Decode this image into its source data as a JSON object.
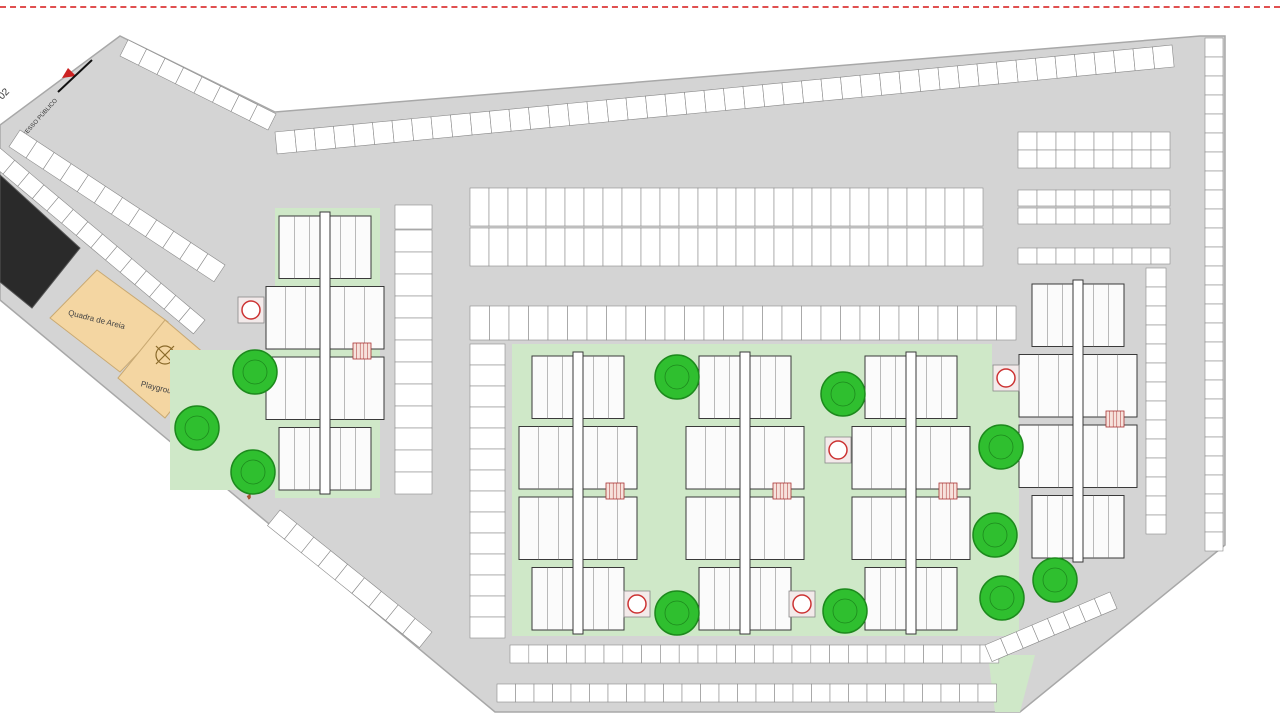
{
  "labels": {
    "street_code": "02",
    "public_access": "ACESSO PÚBLICO",
    "sand_court": "Quadra de Areia",
    "playground": "Playground"
  },
  "colors": {
    "pavement": "#d4d4d4",
    "pavement_edge": "#a8a8a8",
    "parking_fill": "#ffffff",
    "parking_stroke": "#8a8a8a",
    "lawn": "#cfe8c8",
    "building_fill": "#fbfbfb",
    "building_stroke": "#3a3a3a",
    "tree": "#2fbf2f",
    "tree_dark": "#1d8a1d",
    "sand": "#f4d6a2",
    "hydrant": "#cc3333",
    "border_dash": "#e05050",
    "dark_block": "#2a2a2a"
  },
  "icons": [
    "tree-icon",
    "hydrant-icon",
    "stair-icon",
    "playground-icon",
    "entrance-arrow-icon"
  ]
}
